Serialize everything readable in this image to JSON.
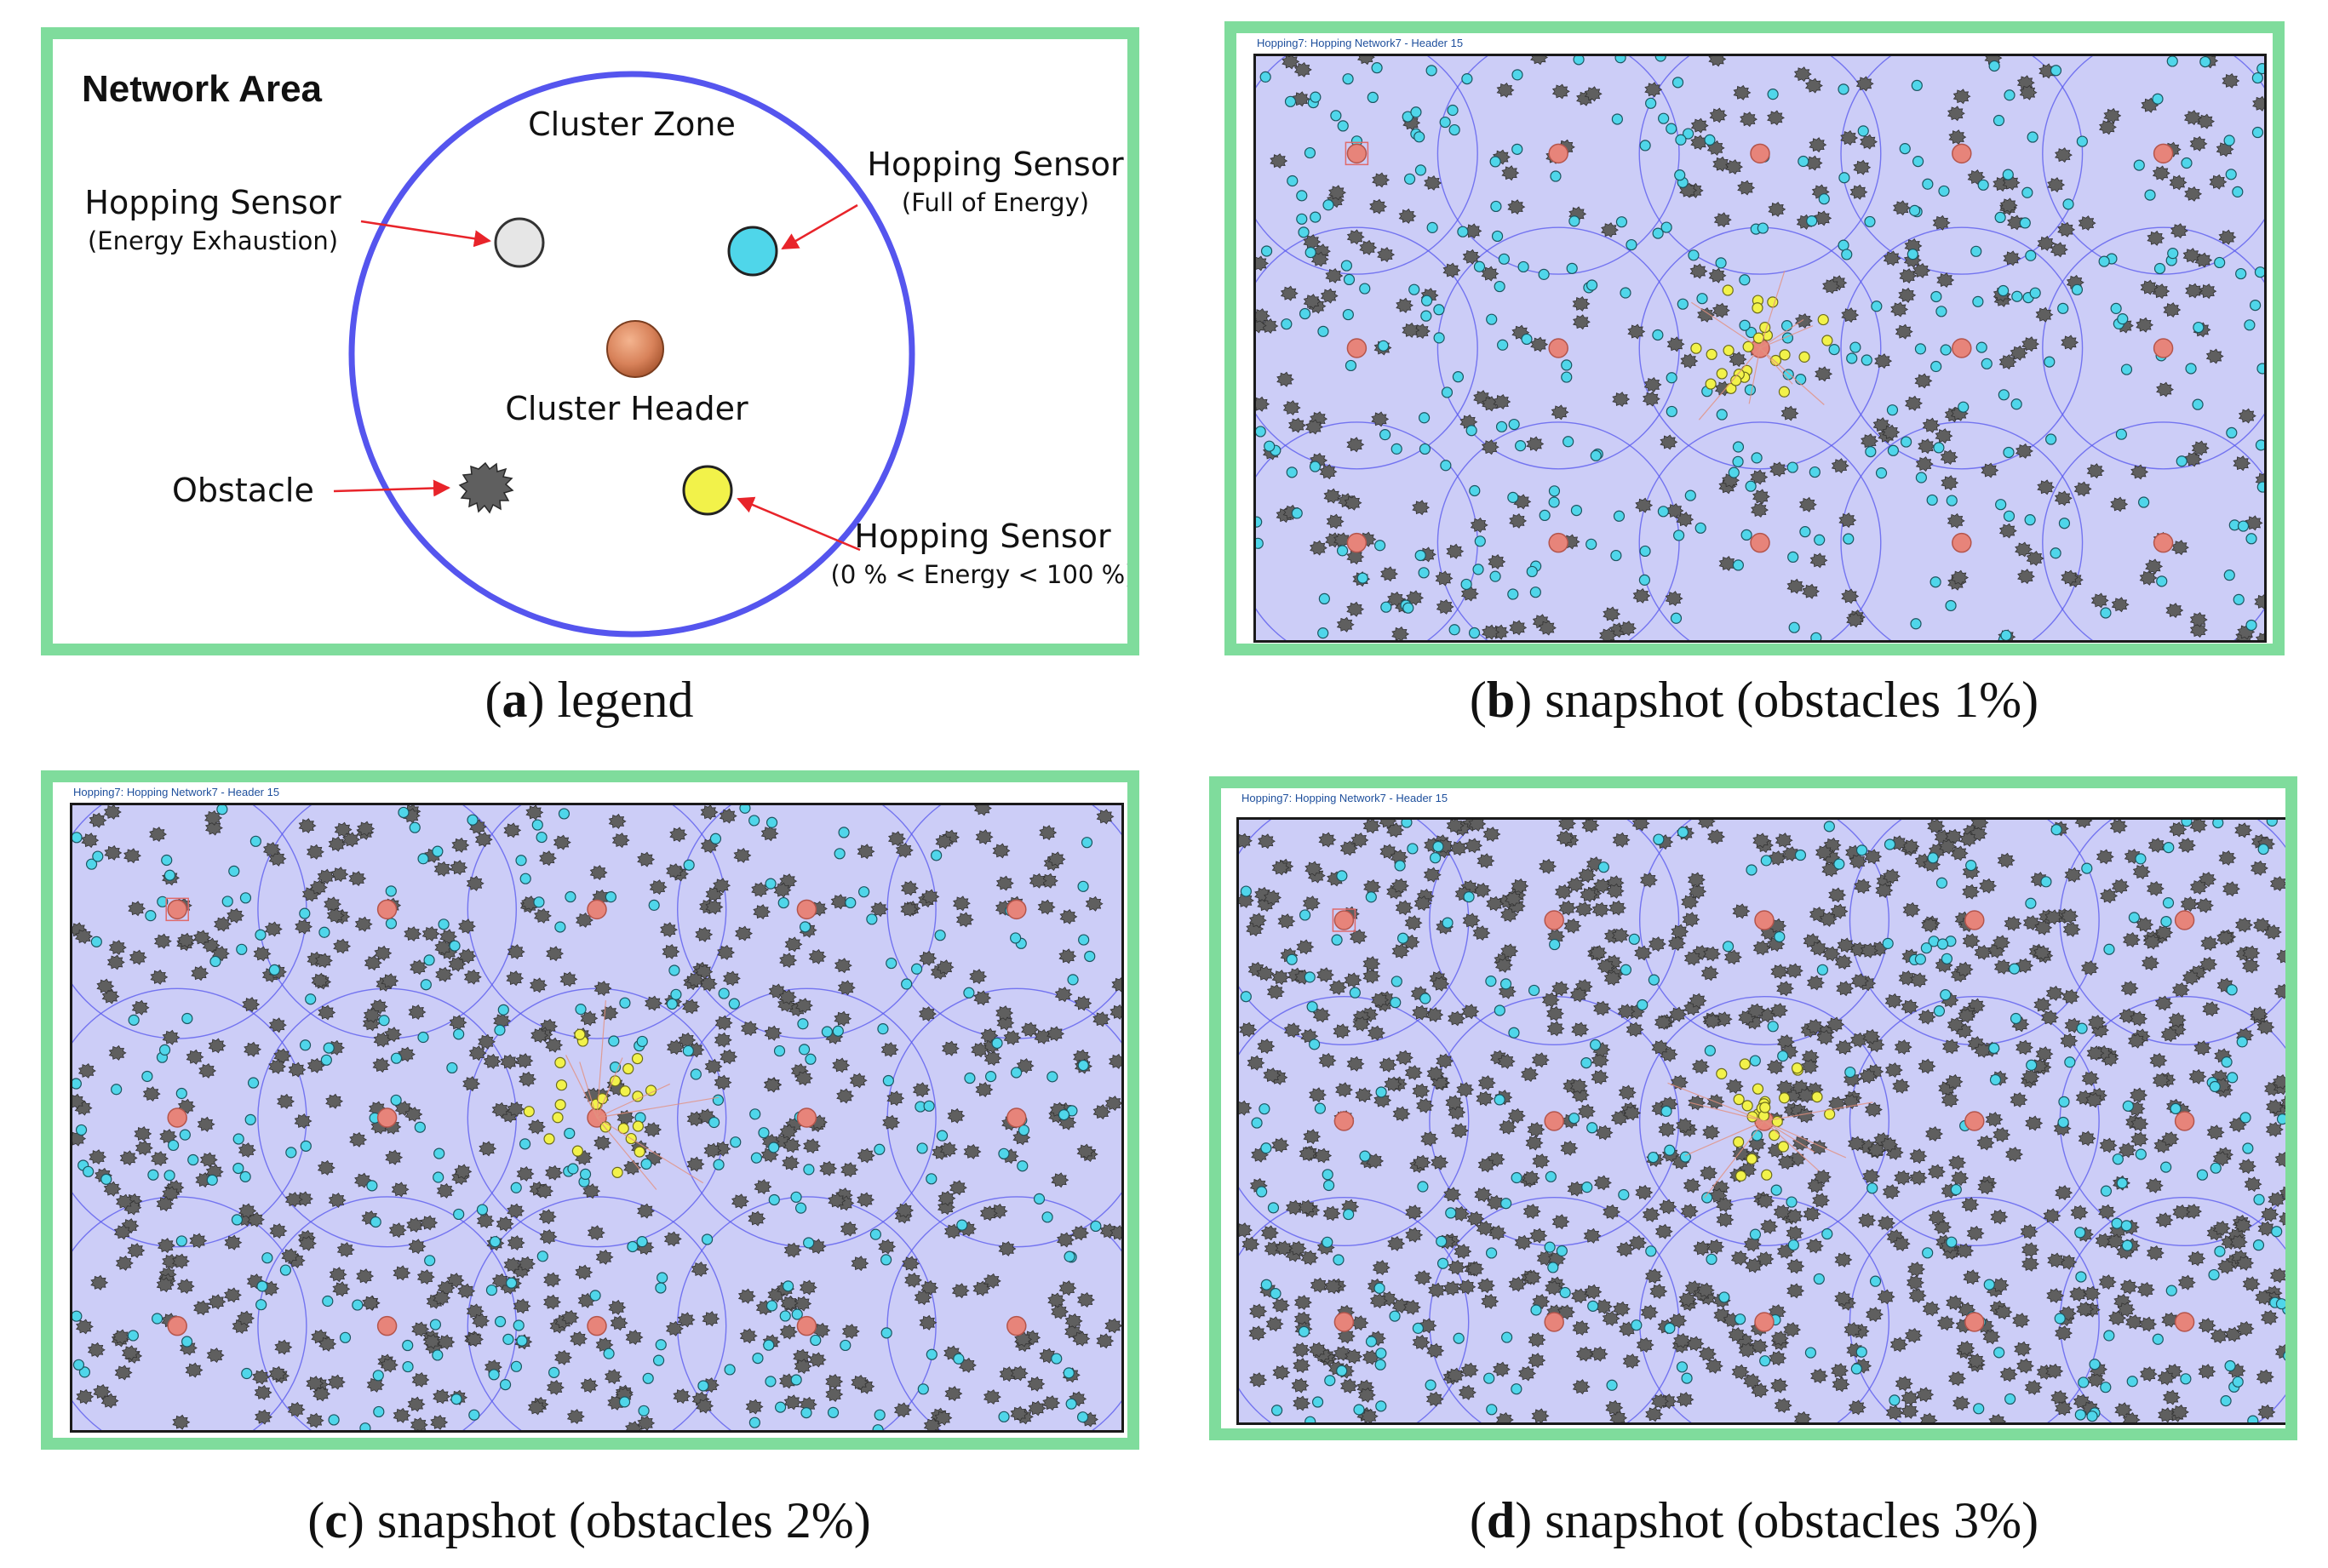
{
  "panels": [
    {
      "id": "a",
      "letter": "a",
      "caption": "legend",
      "legend": {
        "network_area": "Network Area",
        "cluster_zone": "Cluster Zone",
        "hopping_sensor_exhausted": {
          "label": "Hopping Sensor",
          "sub": "(Energy Exhaustion)"
        },
        "hopping_sensor_full": {
          "label": "Hopping Sensor",
          "sub": "(Full of Energy)"
        },
        "cluster_header": "Cluster Header",
        "obstacle": "Obstacle",
        "hopping_sensor_partial": {
          "label": "Hopping Sensor",
          "sub": "(0 % < Energy < 100 %)"
        }
      }
    },
    {
      "id": "b",
      "letter": "b",
      "caption": "snapshot (obstacles 1%)",
      "window_title": "Hopping7: Hopping Network7 - Header 15",
      "obstacle_percent": 1
    },
    {
      "id": "c",
      "letter": "c",
      "caption": "snapshot (obstacles 2%)",
      "window_title": "Hopping7: Hopping Network7 - Header 15",
      "obstacle_percent": 2
    },
    {
      "id": "d",
      "letter": "d",
      "caption": "snapshot (obstacles 3%)",
      "window_title": "Hopping7: Hopping Network7 - Header 15",
      "obstacle_percent": 3
    }
  ],
  "colors": {
    "panel_border": "#7fdc9c",
    "cluster_zone": "#5555ee",
    "sim_background": "#cccdf7",
    "sensor_full": "#4fd6ea",
    "sensor_exhausted": "#e6e6e6",
    "sensor_partial": "#f2f24a",
    "cluster_header": "#d8825a",
    "obstacle": "#5f5f5f",
    "arrow": "#e8242a"
  }
}
